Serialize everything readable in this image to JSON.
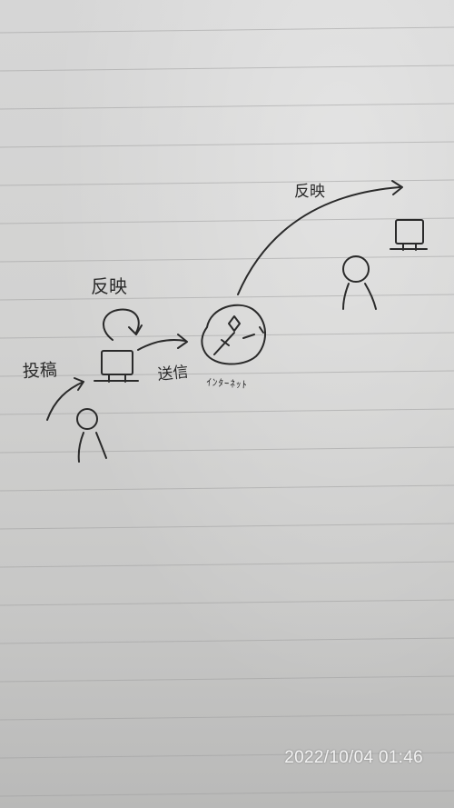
{
  "sketch": {
    "labels": {
      "post": "投稿",
      "reflect_1": "反映",
      "send": "送信",
      "internet": "ｲﾝﾀｰﾈｯﾄ",
      "reflect_2": "反映"
    }
  },
  "timestamp": "2022/10/04 01:46",
  "colors": {
    "paper": "#d2d2d1",
    "ruled_line": "#9e9e9e",
    "ink": "#2a2a2a",
    "timestamp_text": "#f2f2f2"
  }
}
